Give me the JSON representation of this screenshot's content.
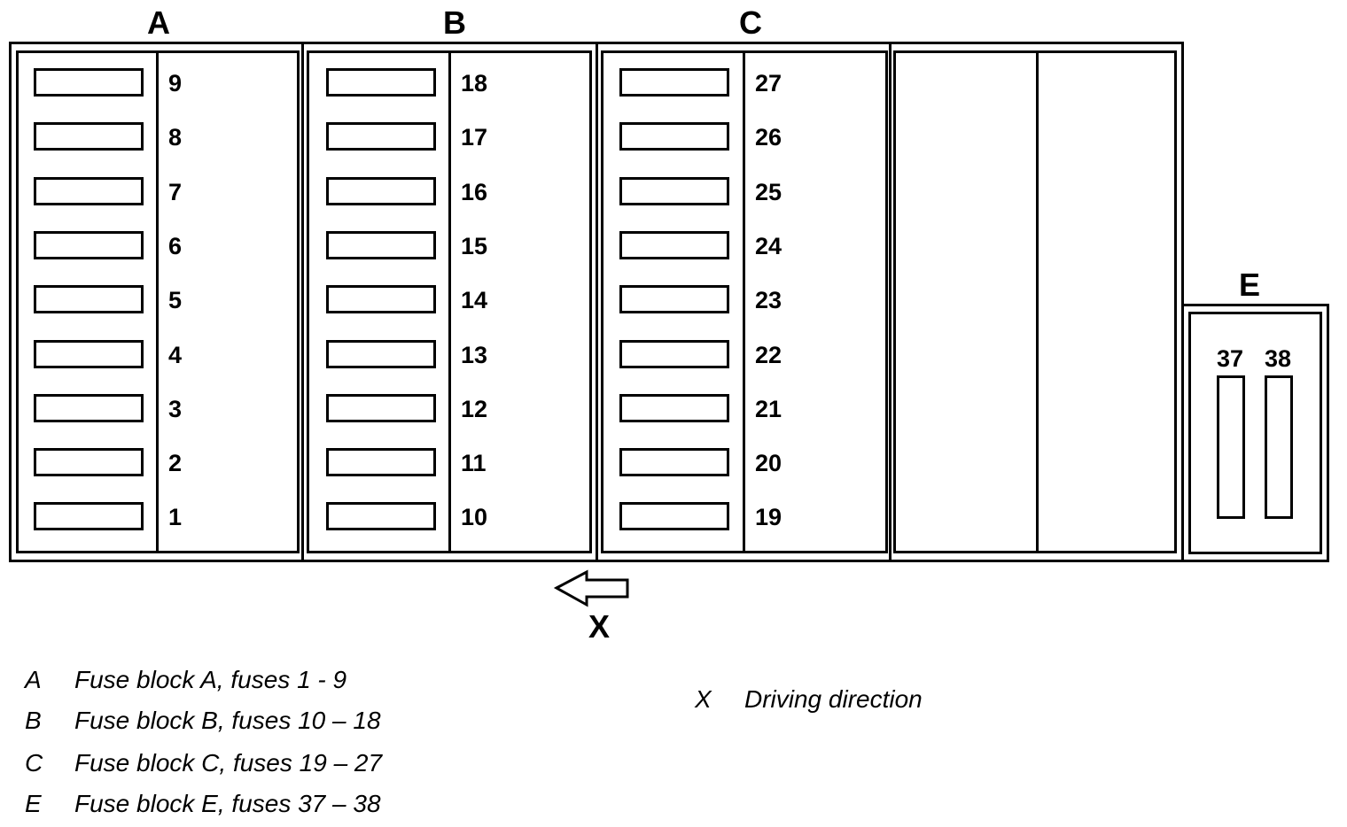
{
  "blocks": {
    "A": {
      "label": "A",
      "fuses": [
        "9",
        "8",
        "7",
        "6",
        "5",
        "4",
        "3",
        "2",
        "1"
      ]
    },
    "B": {
      "label": "B",
      "fuses": [
        "18",
        "17",
        "16",
        "15",
        "14",
        "13",
        "12",
        "11",
        "10"
      ]
    },
    "C": {
      "label": "C",
      "fuses": [
        "27",
        "26",
        "25",
        "24",
        "23",
        "22",
        "21",
        "20",
        "19"
      ]
    },
    "E": {
      "label": "E",
      "fuses": [
        "37",
        "38"
      ]
    }
  },
  "direction_label": "X",
  "legend": [
    {
      "key": "A",
      "text": "Fuse block A, fuses 1 - 9"
    },
    {
      "key": "B",
      "text": "Fuse block B, fuses 10 – 18"
    },
    {
      "key": "C",
      "text": "Fuse block C, fuses 19 – 27"
    },
    {
      "key": "E",
      "text": "Fuse block E, fuses 37 – 38"
    },
    {
      "key": "X",
      "text": "Driving direction"
    }
  ]
}
